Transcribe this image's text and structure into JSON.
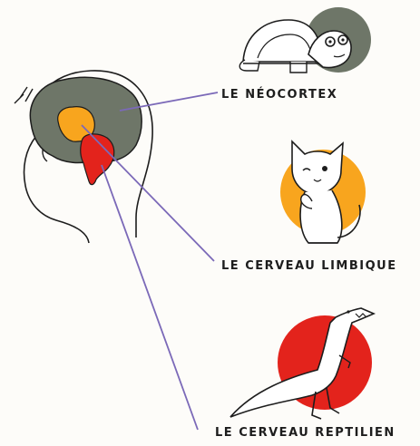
{
  "labels": {
    "neocortex": "LE NÉOCORTEX",
    "limbic": "LE CERVEAU LIMBIQUE",
    "reptilian": "LE CERVEAU REPTILIEN"
  },
  "colors": {
    "neocortex": "#6e7668",
    "limbic": "#f8a51e",
    "reptilian": "#e3231c",
    "pointer_line": "#7b69b8",
    "ink": "#1d1d1d"
  },
  "icons": [
    "human-head-icon",
    "turtle-icon",
    "cat-icon",
    "dinosaur-icon"
  ]
}
